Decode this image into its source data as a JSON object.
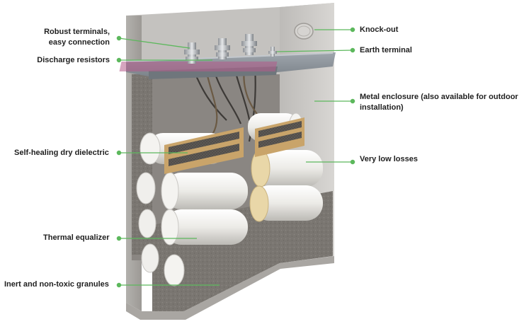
{
  "labels_left": {
    "terminals_line1": "Robust terminals,",
    "terminals_line2": "easy connection",
    "discharge": "Discharge resistors",
    "dielectric": "Self-healing dry dielectric",
    "thermal": "Thermal equalizer",
    "granules": "Inert and non-toxic granules"
  },
  "labels_right": {
    "knockout": "Knock-out",
    "earth": "Earth terminal",
    "enclosure_line1": "Metal enclosure (also available for outdoor",
    "enclosure_line2": "installation)",
    "losses": "Very low losses"
  },
  "colors": {
    "callout": "#5cb85c",
    "enclosure": "#c9c7c4",
    "granules": "#7a7671",
    "capacitor": "#ecebe7",
    "resistor_board": "#c9a46a",
    "resistor_mesh": "#5e5a55"
  }
}
